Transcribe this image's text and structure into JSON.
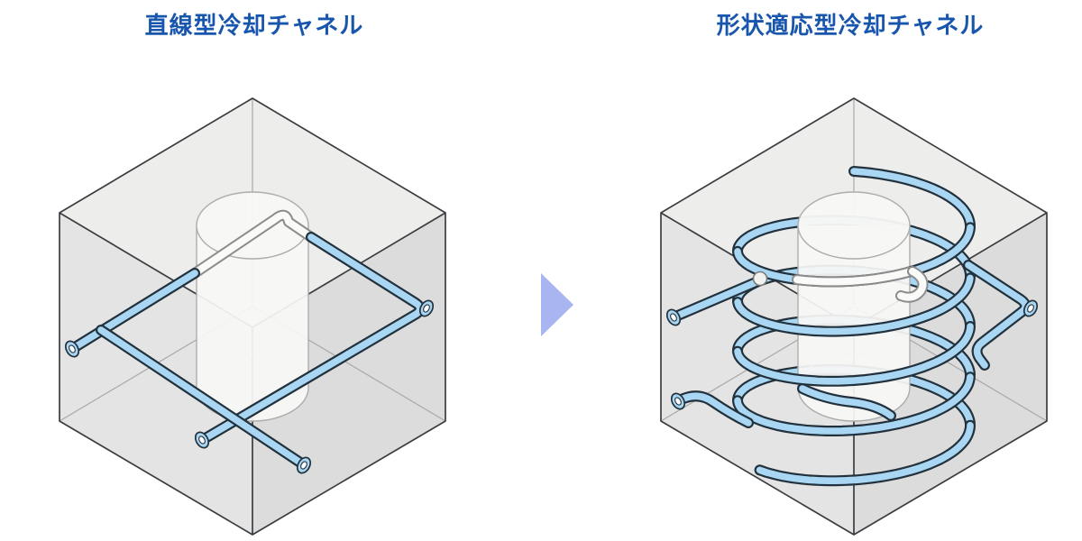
{
  "figures": {
    "left": {
      "title": "直線型冷却チャネル",
      "channel_type": "straight-drilled-cooling-channel",
      "elements": [
        "mold-block-cube",
        "core-cylinder",
        "straight-pipes",
        "channel-openings"
      ]
    },
    "right": {
      "title": "形状適応型冷却チャネル",
      "channel_type": "conformal-spiral-cooling-channel",
      "elements": [
        "mold-block-cube",
        "core-cylinder",
        "helix-pipe",
        "inlet-stub",
        "outlet-stub",
        "side-stub"
      ]
    }
  },
  "arrow": {
    "direction": "right",
    "meaning": "transformation-from-straight-to-conformal"
  },
  "colors": {
    "title_text": "#1856AE",
    "pipe_fill": "#A9D7F3",
    "pipe_outline": "#22313C",
    "hidden_pipe_fill": "#FAFAF8",
    "hidden_pipe_outline": "#8C8C8C",
    "arrow_fill": "#A9B5F1",
    "cube_top": "#EDEDEC",
    "cube_left": "#E4E4E4",
    "cube_right": "#DCDCDC",
    "cube_edge": "#3A3D40",
    "cube_hidden_edge": "#A8A8A8",
    "cylinder_fill": "#F7F7F5",
    "cylinder_stroke": "#ADADAD",
    "background": "#FFFFFF"
  }
}
